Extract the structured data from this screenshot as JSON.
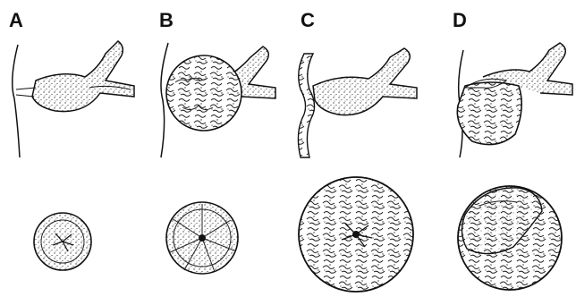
{
  "figure": {
    "panels": [
      {
        "label": "A",
        "top_view": "smooth-closed-bulb",
        "bottom_view": "small-closed-disc"
      },
      {
        "label": "B",
        "top_view": "bulb-covered-with-mass",
        "bottom_view": "radial-folded-disc"
      },
      {
        "label": "C",
        "top_view": "thin-crust-on-stalk",
        "bottom_view": "large-wrinkled-mass"
      },
      {
        "label": "D",
        "top_view": "partially-covered-bulb",
        "bottom_view": "half-smooth-half-wrinkled"
      }
    ],
    "colors": {
      "ink": "#111111",
      "stipple": "#444444",
      "background": "#ffffff"
    }
  }
}
